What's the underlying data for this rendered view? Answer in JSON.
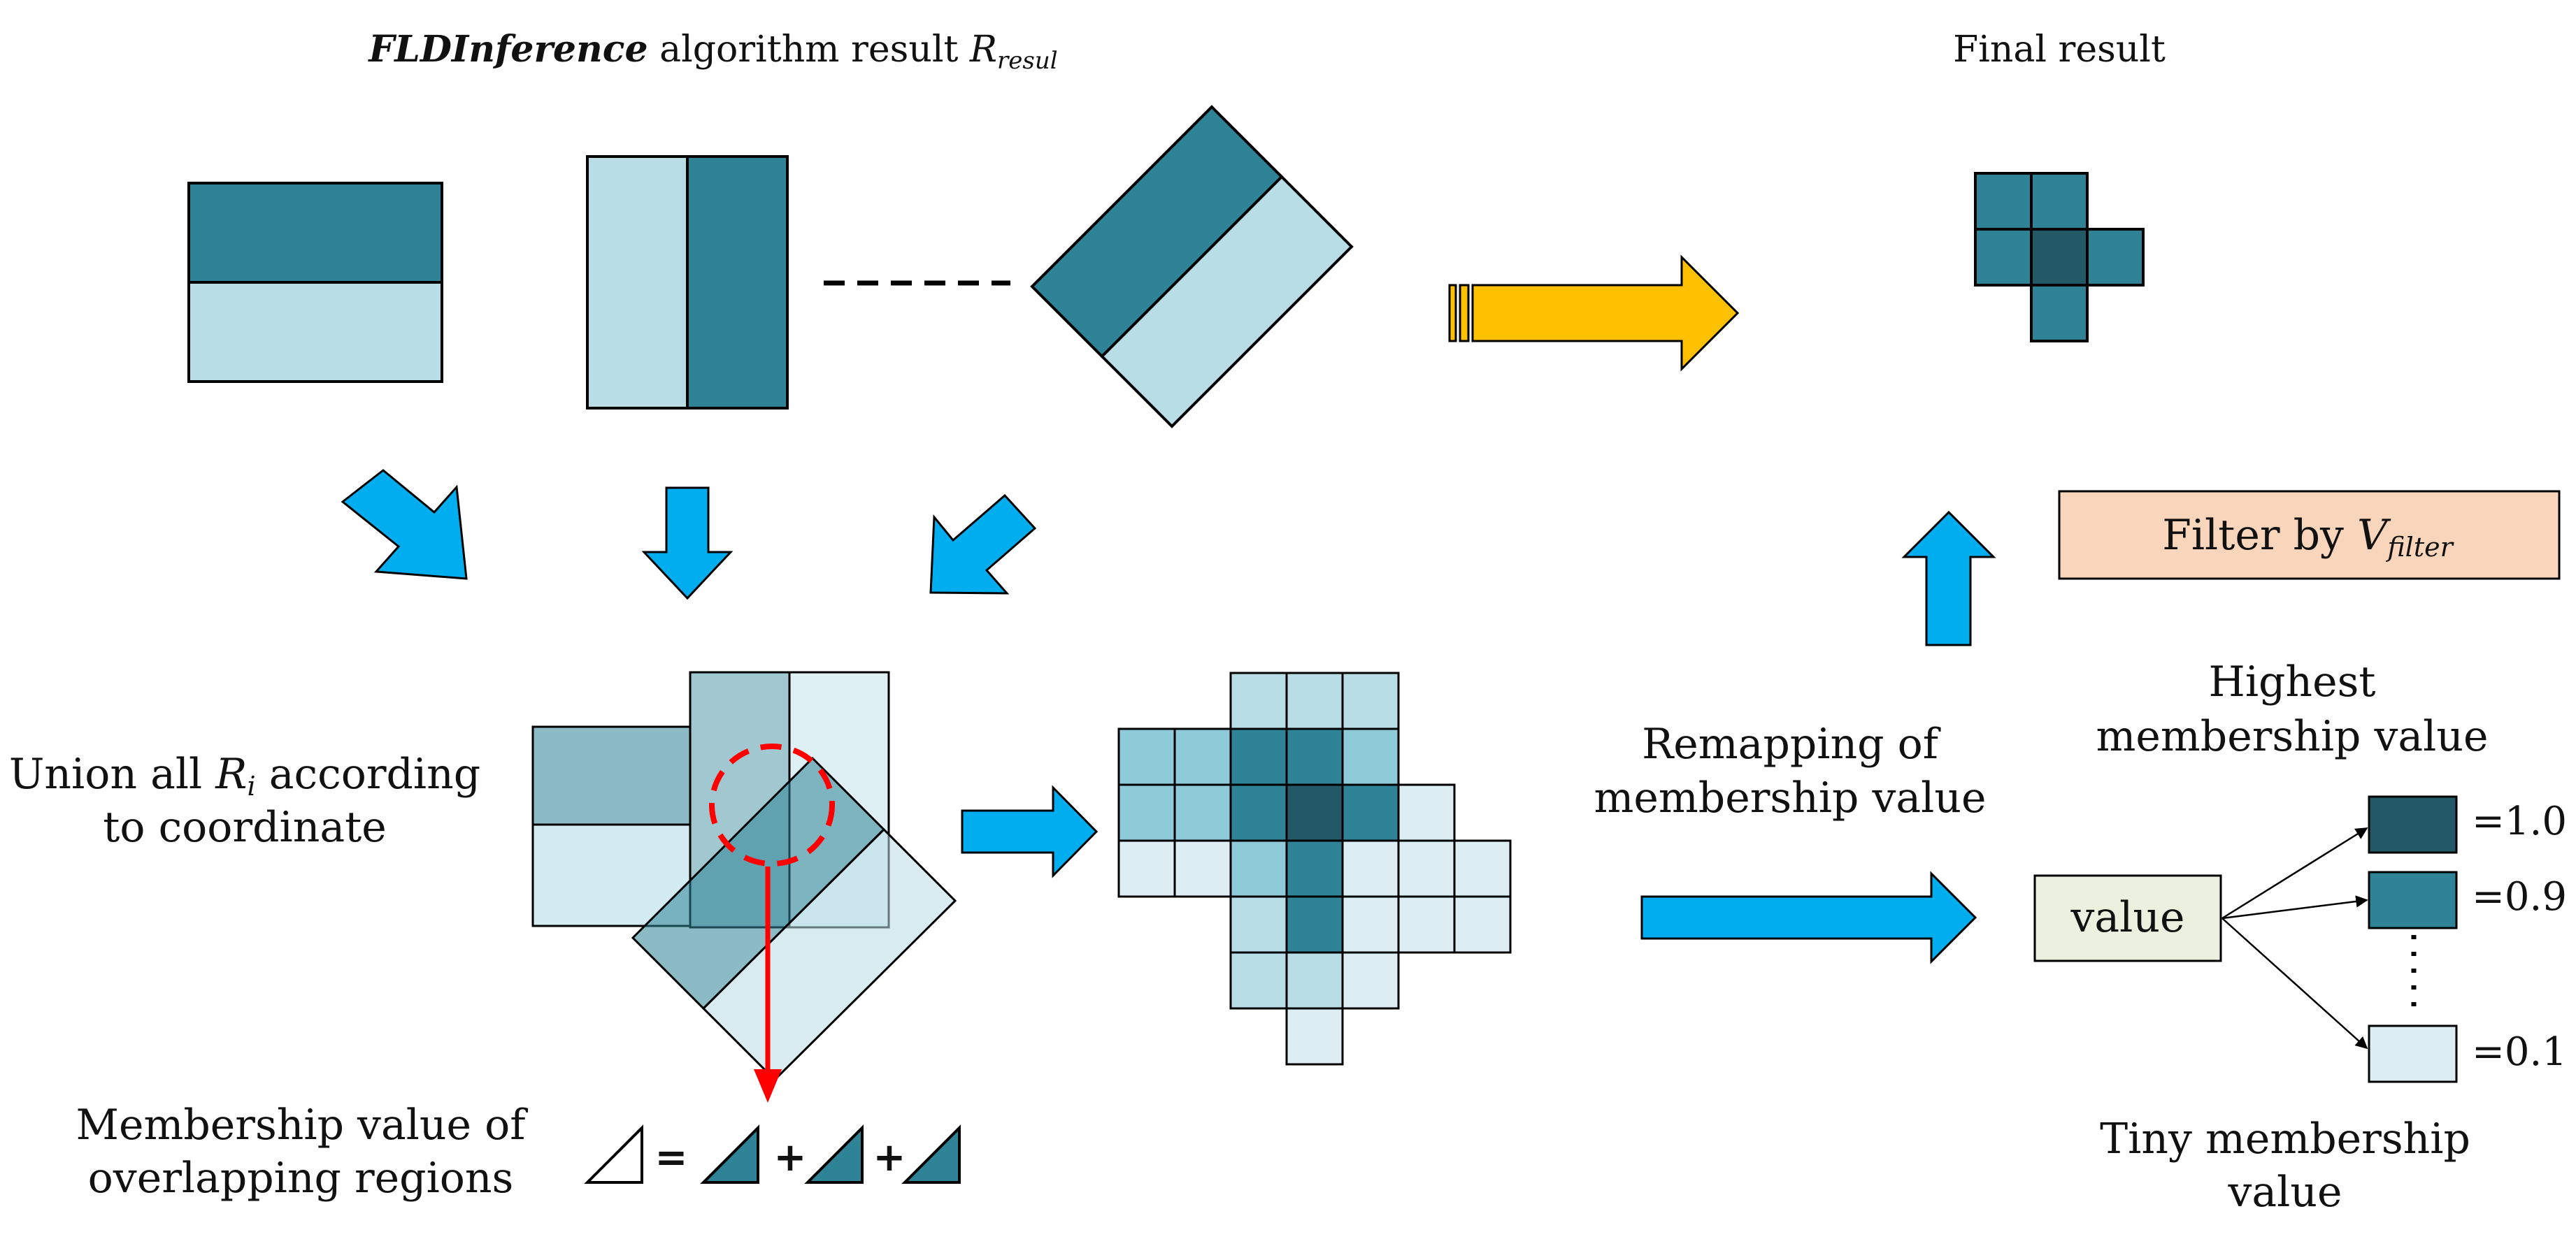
{
  "labels": {
    "top_title_bold": "FLDInference",
    "top_title_rest": " algorithm result ",
    "top_title_var": "R",
    "top_title_sub": "resul",
    "final_result": "Final result",
    "filter_prefix": "Filter by ",
    "filter_var": "V",
    "filter_sub": "filter",
    "union_line1": "Union all ",
    "union_var": "R",
    "union_sub": "i",
    "union_line1_rest": " according",
    "union_line2": "to coordinate",
    "membership_line1": "Membership value of",
    "membership_line2": "overlapping regions",
    "equation_eq": "=",
    "equation_plus": "+",
    "remap_line1": "Remapping of",
    "remap_line2": "membership value",
    "highest_line1": "Highest",
    "highest_line2": "membership value",
    "value_box": "value",
    "level_high": "=1.0",
    "level_mid": "=0.9",
    "level_low": "=0.1",
    "tiny_line1": "Tiny membership",
    "tiny_line2": "value"
  },
  "colors": {
    "dark": "#2e8396",
    "darkest": "#235867",
    "light": "#b8dde7",
    "lighter": "#dcedf3",
    "medium": "#8fcad9",
    "blue_arrow": "#00aeef",
    "yellow_arrow": "#ffc000",
    "filter_box": "#f9d5bb",
    "value_box": "#ebf1de",
    "red": "#ff0000"
  }
}
